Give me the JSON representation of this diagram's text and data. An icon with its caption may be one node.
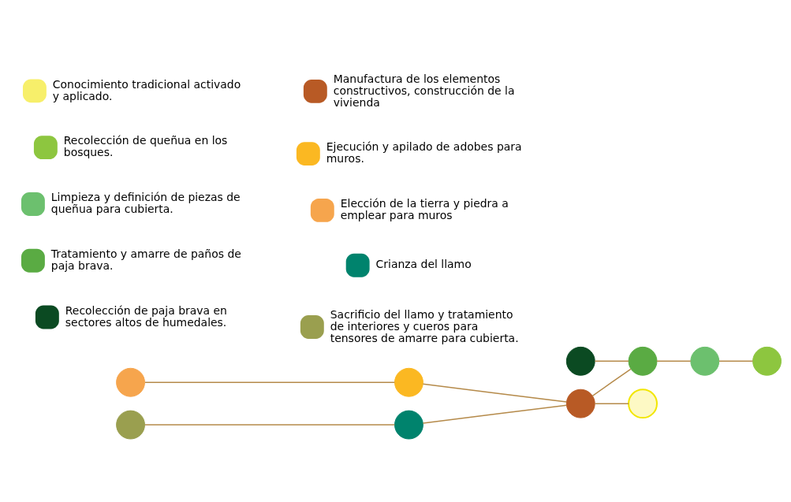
{
  "diagram": {
    "nodes": [
      {
        "text": [],
        "shape": "circle"
      },
      {
        "text": [],
        "shape": "circle"
      },
      {
        "text": [],
        "shape": "circle"
      },
      {
        "text": [],
        "shape": "circle"
      },
      {
        "text": [],
        "shape": "circle"
      },
      {
        "text": [],
        "shape": "circle"
      },
      {
        "text": [],
        "shape": "circle"
      },
      {
        "text": [],
        "shape": "circle"
      },
      {
        "text": [],
        "shape": "circle"
      },
      {
        "text": [],
        "shape": "circle"
      }
    ],
    "edges": [
      {
        "from": 1,
        "to": 3,
        "arrow": "none"
      },
      {
        "from": 3,
        "to": 5,
        "arrow": "none"
      },
      {
        "from": 5,
        "to": 6,
        "arrow": "none"
      },
      {
        "from": 6,
        "to": 8,
        "arrow": "none"
      },
      {
        "from": 8,
        "to": 9,
        "arrow": "none"
      },
      {
        "from": 0,
        "to": 2,
        "arrow": "none"
      },
      {
        "from": 2,
        "to": 5,
        "arrow": "none"
      },
      {
        "from": 5,
        "to": 7,
        "arrow": "none"
      },
      {
        "from": 4,
        "to": 6,
        "arrow": "none"
      }
    ],
    "legend": [
      {
        "text": "Conocimiento tradicional activado y aplicado.",
        "color": "#f7ef6a"
      },
      {
        "text": "Recolección de queñua en los bosques.",
        "color": "#8dc63f"
      },
      {
        "text": "Limpieza y definición de piezas de queñua para cubierta.",
        "color": "#6cc06e"
      },
      {
        "text": "Tratamiento y amarre de paños de paja brava.",
        "color": "#5aab43"
      },
      {
        "text": "Recolección de paja brava en sectores altos de humedales.",
        "color": "#0b4a22"
      },
      {
        "text": "Manufactura de los elementos constructivos, construcción de la vivienda",
        "color": "#b85a25"
      },
      {
        "text": "Ejecución y apilado de adobes para muros.",
        "color": "#fbb822"
      },
      {
        "text": "Elección de la tierra y piedra a emplear para muros",
        "color": "#f6a54d"
      },
      {
        "text": "Crianza del llamo",
        "color": "#00836d"
      },
      {
        "text": "Sacrificio del llamo y tratamiento de interiores y cueros para tensores de amarre para cubierta.",
        "color": "#9a9f4f"
      }
    ]
  }
}
